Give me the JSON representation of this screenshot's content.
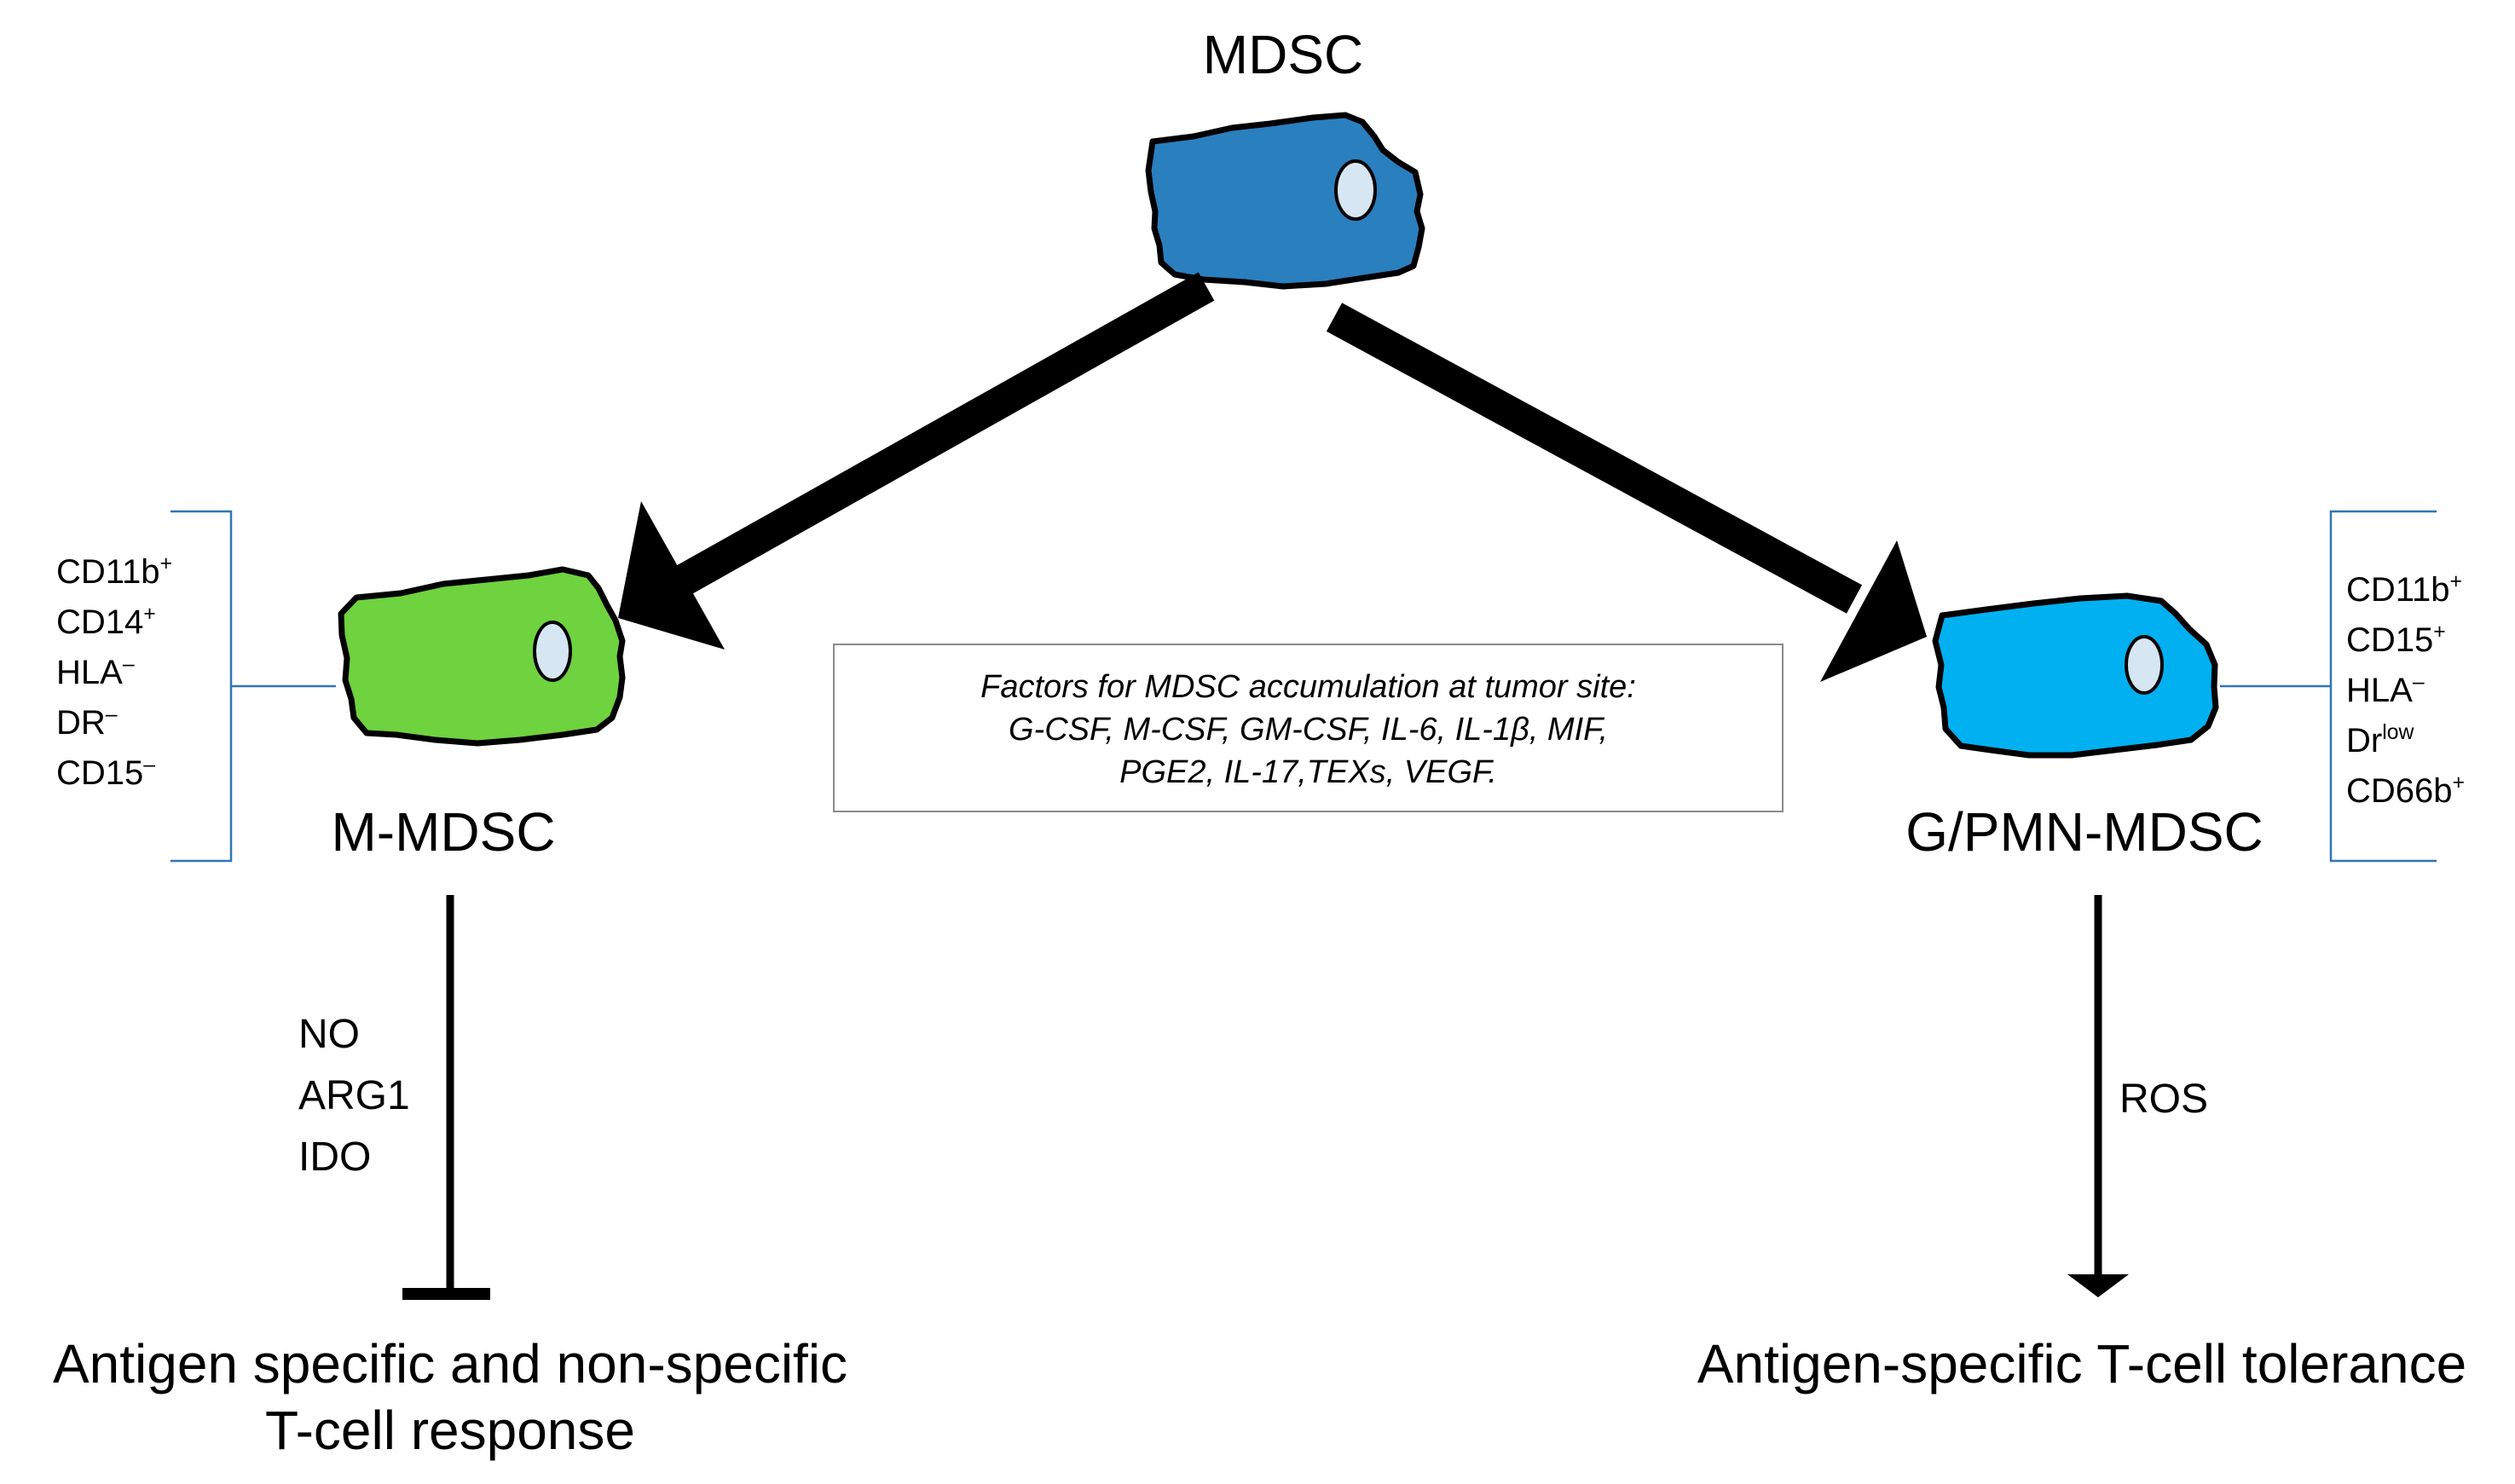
{
  "colors": {
    "mdsc_fill": "#2a7fbf",
    "mmdsc_fill": "#6fd23f",
    "gmdsc_fill": "#00b0f0",
    "nucleus_fill": "#d6e6f2",
    "bracket": "#2e75b6",
    "box_border": "#8a8a8a"
  },
  "diagram": {
    "top_cell": {
      "label": "MDSC"
    },
    "left_cell": {
      "label": "M-MDSC",
      "markers": [
        {
          "base": "CD11b",
          "sup": "+"
        },
        {
          "base": "CD14",
          "sup": "+"
        },
        {
          "base": "HLA",
          "sup": "–"
        },
        {
          "base": "DR",
          "sup": "–"
        },
        {
          "base": "CD15",
          "sup": "–"
        }
      ],
      "mediators": [
        "NO",
        "ARG1",
        "IDO"
      ],
      "outcome_line1": "Antigen specific and non-specific",
      "outcome_line2": "T-cell response"
    },
    "right_cell": {
      "label": "G/PMN-MDSC",
      "markers": [
        {
          "base": "CD11b",
          "sup": "+"
        },
        {
          "base": "CD15",
          "sup": "+"
        },
        {
          "base": "HLA",
          "sup": "–"
        },
        {
          "base": "Dr",
          "sup": "low"
        },
        {
          "base": "CD66b",
          "sup": "+"
        }
      ],
      "mediator": "ROS",
      "outcome": "Antigen-specific T-cell tolerance"
    },
    "factors_box": {
      "line1": "Factors for MDSC accumulation at tumor site:",
      "line2": "G-CSF, M-CSF, GM-CSF, IL-6, IL-1β, MIF,",
      "line3": "PGE2, IL-17,TEXs, VEGF."
    }
  }
}
